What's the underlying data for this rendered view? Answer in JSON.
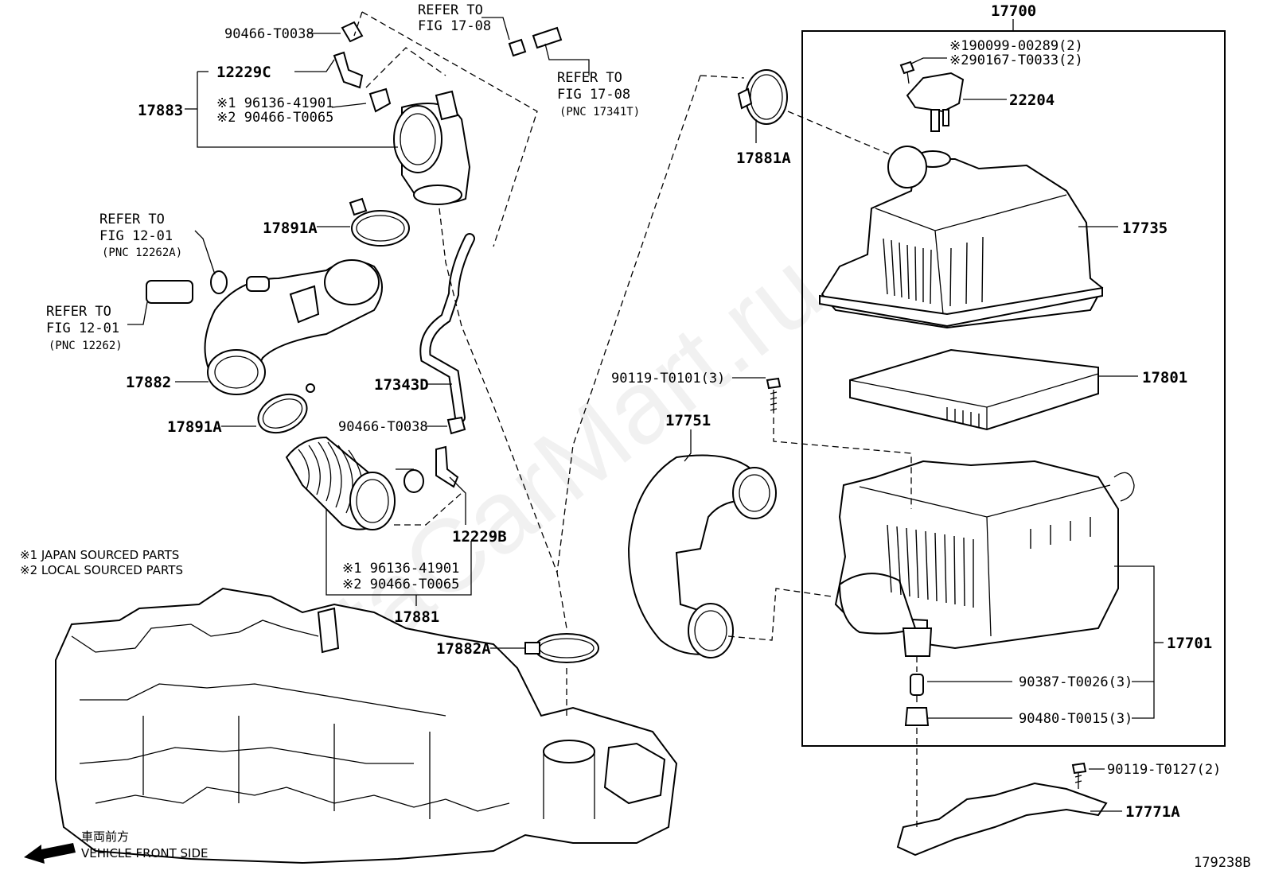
{
  "watermark": "ToyotaCarMart.ru",
  "diagram_code": "179238B",
  "vehicle_front": {
    "jp": "車両前方",
    "en": "VEHICLE FRONT SIDE"
  },
  "footnotes": [
    "※1 JAPAN SOURCED PARTS",
    "※2 LOCAL SOURCED PARTS"
  ],
  "refs": {
    "fig1708_top": [
      "REFER TO",
      "FIG 17-08"
    ],
    "fig1708_pnc": [
      "REFER TO",
      "FIG 17-08",
      "(PNC 17341T)"
    ],
    "fig1201_a": [
      "REFER TO",
      "FIG 12-01",
      "(PNC 12262A)"
    ],
    "fig1201_b": [
      "REFER TO",
      "FIG 12-01",
      "(PNC 12262)"
    ]
  },
  "parts": {
    "p90466_t0038_top": "90466-T0038",
    "p12229c": "12229C",
    "p17883": "17883",
    "p17883_sub1": "※1 96136-41901",
    "p17883_sub2": "※2 90466-T0065",
    "p17891a_top": "17891A",
    "p17882": "17882",
    "p17891a_bot": "17891A",
    "p17343d": "17343D",
    "p90466_t0038_mid": "90466-T0038",
    "p12229b": "12229B",
    "p17881_sub1": "※1 96136-41901",
    "p17881_sub2": "※2 90466-T0065",
    "p17881": "17881",
    "p17882a": "17882A",
    "p17881a": "17881A",
    "p17751": "17751",
    "p90119_t0101": "90119-T0101(3)",
    "p17700": "17700",
    "p190099": "※190099-00289(2)",
    "p290167": "※290167-T0033(2)",
    "p22204": "22204",
    "p17735": "17735",
    "p17801": "17801",
    "p17701": "17701",
    "p90387": "90387-T0026(3)",
    "p90480": "90480-T0015(3)",
    "p90119_t0127": "90119-T0127(2)",
    "p17771a": "17771A"
  }
}
